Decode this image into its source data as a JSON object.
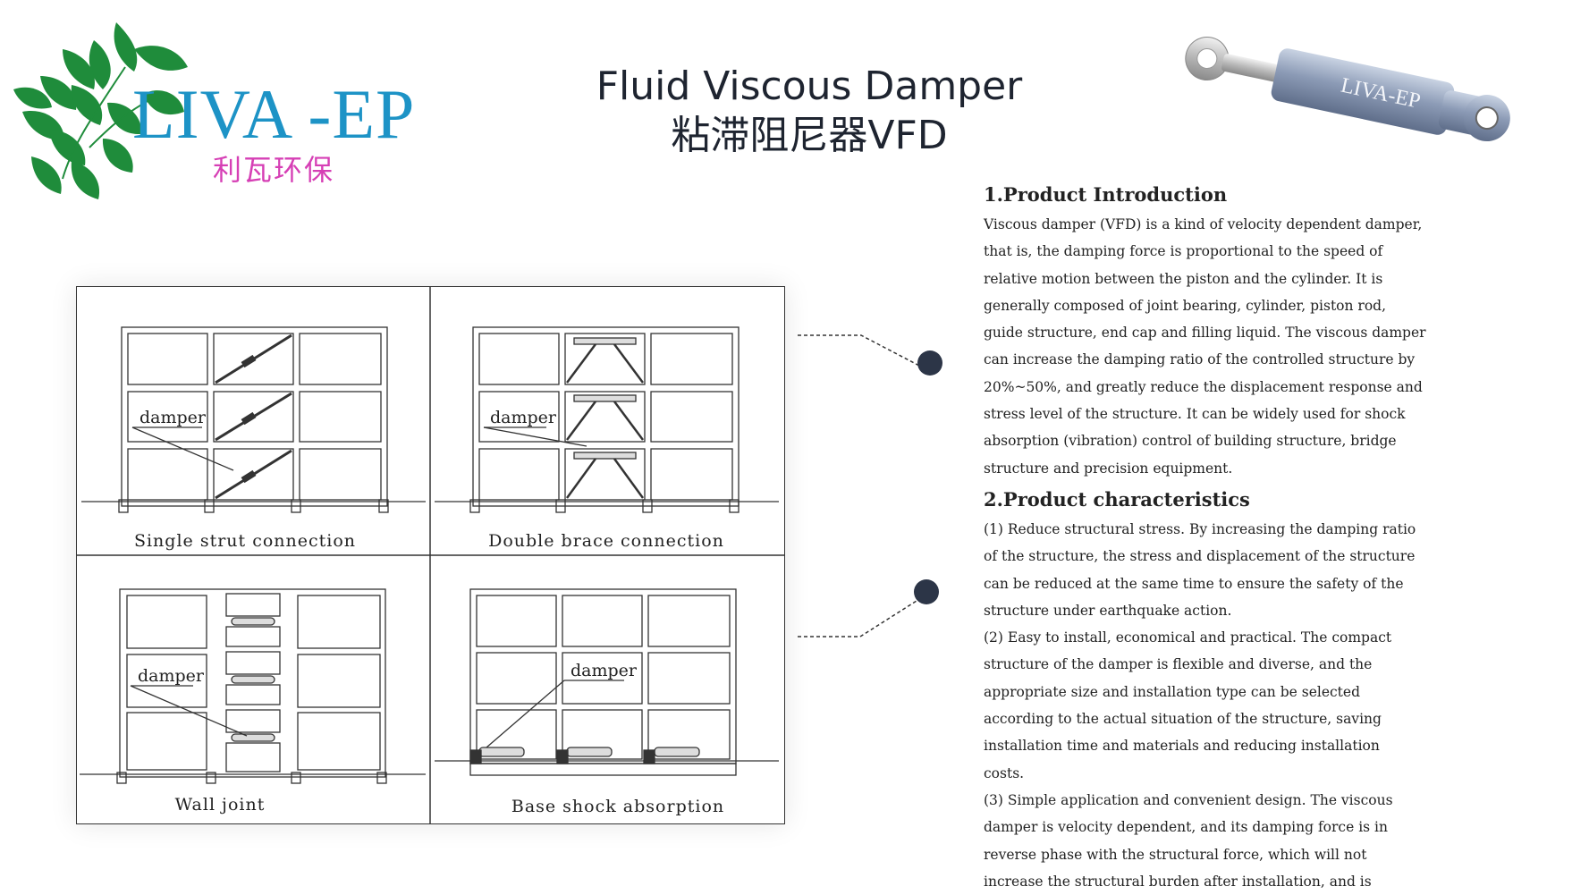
{
  "logo": {
    "text": "LIVA -EP",
    "cn": "利瓦环保",
    "colors": {
      "leaf": "#1f8c3b",
      "text": "#1d93c6",
      "cn": "#d63fb5"
    }
  },
  "title": {
    "line1": "Fluid Viscous Damper",
    "line2": "粘滞阻尼器VFD"
  },
  "product_image": {
    "label": "LIVA-EP",
    "icon": "viscous-damper-photo"
  },
  "diagrams": {
    "damper_label": "damper",
    "panels": [
      {
        "caption": "Single strut connection"
      },
      {
        "caption": "Double brace connection"
      },
      {
        "caption": "Wall joint"
      },
      {
        "caption": "Base shock absorption"
      }
    ]
  },
  "intro": {
    "heading": "1.Product Introduction",
    "lines": [
      "Viscous damper (VFD) is a kind of velocity dependent damper,",
      "that is, the damping force is proportional to the speed of",
      "relative motion between the piston and the cylinder. It is",
      "generally composed of joint bearing, cylinder, piston rod,",
      "guide structure, end cap and filling liquid. The viscous damper",
      "can increase the damping ratio of the controlled structure by",
      "20%~50%, and greatly reduce the displacement response and",
      "stress level of the structure. It can be widely used for shock",
      "absorption (vibration) control of building structure, bridge",
      "structure and precision equipment."
    ]
  },
  "characteristics": {
    "heading": "2.Product characteristics",
    "lines": [
      "(1) Reduce structural stress. By increasing the damping ratio",
      "of the structure, the stress and displacement of the structure",
      "can be reduced at the same time to ensure the safety of the",
      "structure under earthquake action.",
      "(2) Easy to install, economical and practical. The compact",
      "structure of the damper is flexible and diverse, and the",
      "appropriate size and installation type can be selected",
      "according to the actual situation of the structure, saving",
      "installation time and materials and reducing installation",
      "costs.",
      "(3) Simple application and convenient design. The viscous",
      "damper is velocity dependent, and its damping force is in",
      "reverse phase with the structural force, which will not",
      "increase the structural burden after installation, and is"
    ]
  }
}
